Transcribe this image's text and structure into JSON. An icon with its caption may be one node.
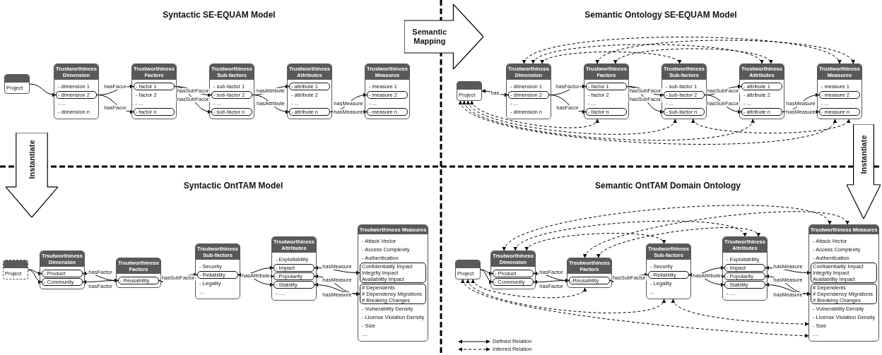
{
  "diagram": {
    "nodes": [
      {
        "text": [
          "Project"
        ]
      },
      {
        "text": [
          "Trustworthiness Dimension"
        ]
      },
      {
        "text": [
          "- dimension 1"
        ],
        "in": 1
      },
      {
        "text": [
          "- dimension 2"
        ],
        "in": 1
      },
      {
        "text": [
          "- ..."
        ],
        "in": 1
      },
      {
        "text": [
          "- dimension n"
        ],
        "in": 1
      },
      {
        "text": [
          "Trustworthiness Factors"
        ]
      },
      {
        "text": [
          "- factor 1"
        ],
        "in": 6
      },
      {
        "text": [
          "- factor 2"
        ],
        "in": 6
      },
      {
        "text": [
          "- ..."
        ],
        "in": 6
      },
      {
        "text": [
          "- factor n"
        ],
        "in": 6
      },
      {
        "text": [
          "Trustworthiness Sub-factors"
        ]
      },
      {
        "text": [
          "- sub-factor 1"
        ],
        "in": 11
      },
      {
        "text": [
          "- sub-factor 2"
        ],
        "in": 11
      },
      {
        "text": [
          "- ..."
        ],
        "in": 11
      },
      {
        "text": [
          "- sub-factor n"
        ],
        "in": 11
      },
      {
        "text": [
          "Trustworthiness Attributes"
        ]
      },
      {
        "text": [
          "- attribute 1"
        ],
        "in": 16
      },
      {
        "text": [
          "- attribute 2"
        ],
        "in": 16
      },
      {
        "text": [
          "- ..."
        ],
        "in": 16
      },
      {
        "text": [
          "- attribute n"
        ],
        "in": 16
      },
      {
        "text": [
          "Trustworthiness Measures"
        ]
      },
      {
        "text": [
          "- measure 1"
        ],
        "in": 21
      },
      {
        "text": [
          "- measure 2"
        ],
        "in": 21
      },
      {
        "text": [
          "- ..."
        ],
        "in": 21
      },
      {
        "text": [
          "- measure n"
        ],
        "in": 21
      },
      {
        "text": [
          "Semantic Mapping"
        ]
      },
      {
        "text": [
          "Instantiate"
        ]
      },
      {
        "text": [
          "Project"
        ]
      },
      {
        "text": [
          "Trustworthiness Dimension"
        ]
      },
      {
        "text": [
          "- dimension 1"
        ],
        "in": 29
      },
      {
        "text": [
          "- dimension 2"
        ],
        "in": 29
      },
      {
        "text": [
          "- ..."
        ],
        "in": 29
      },
      {
        "text": [
          "- dimension n"
        ],
        "in": 29
      },
      {
        "text": [
          "Trustworthiness Factors"
        ]
      },
      {
        "text": [
          "- factor 1"
        ],
        "in": 34
      },
      {
        "text": [
          "- factor 2"
        ],
        "in": 34
      },
      {
        "text": [
          "- ..."
        ],
        "in": 34
      },
      {
        "text": [
          "- factor n"
        ],
        "in": 34
      },
      {
        "text": [
          "Trustworthiness Sub-factors"
        ]
      },
      {
        "text": [
          "- sub-factor 1"
        ],
        "in": 39
      },
      {
        "text": [
          "- sub-factor 2"
        ],
        "in": 39
      },
      {
        "text": [
          "- ..."
        ],
        "in": 39
      },
      {
        "text": [
          "- sub-factor n"
        ],
        "in": 39
      },
      {
        "text": [
          "Trustworthiness Attributes"
        ]
      },
      {
        "text": [
          "- attribute 1"
        ],
        "in": 44
      },
      {
        "text": [
          "- attribute 2"
        ],
        "in": 44
      },
      {
        "text": [
          "- ..."
        ],
        "in": 44
      },
      {
        "text": [
          "- attribute n"
        ],
        "in": 44
      },
      {
        "text": [
          "Trustworthiness Measures"
        ]
      },
      {
        "text": [
          "- measure 1"
        ],
        "in": 49
      },
      {
        "text": [
          "- measure 2"
        ],
        "in": 49
      },
      {
        "text": [
          "- ..."
        ],
        "in": 49
      },
      {
        "text": [
          "- measure n"
        ],
        "in": 49
      },
      {
        "text": [
          "Instantiate"
        ]
      },
      {
        "text": [
          "Project"
        ]
      },
      {
        "text": [
          "Trsutworthiness Dimension"
        ]
      },
      {
        "text": [
          "- Product"
        ],
        "in": 56
      },
      {
        "text": [
          "- Community"
        ],
        "in": 56
      },
      {
        "text": [
          "Trsutworthiness Factors"
        ]
      },
      {
        "text": [
          "- Reusability"
        ],
        "in": 59
      },
      {
        "text": [
          "Trsutworthiness Sub-factors"
        ]
      },
      {
        "text": [
          "- Security"
        ],
        "in": 61
      },
      {
        "text": [
          "- Reliability"
        ],
        "in": 61
      },
      {
        "text": [
          "- Legality"
        ],
        "in": 61
      },
      {
        "text": [
          "..."
        ],
        "in": 61
      },
      {
        "text": [
          "Trsutworthiness Attributes"
        ]
      },
      {
        "text": [
          "- Exploitability"
        ],
        "in": 66
      },
      {
        "text": [
          "- Impact"
        ],
        "in": 66
      },
      {
        "text": [
          "- Popularity"
        ],
        "in": 66
      },
      {
        "text": [
          "- Stability"
        ],
        "in": 66
      },
      {
        "text": [
          "- ...."
        ],
        "in": 66
      },
      {
        "text": [
          "Trsutworthiness Measures"
        ]
      },
      {
        "text": [
          "- Attack Vector"
        ],
        "in": 72
      },
      {
        "text": [
          "- Access Complexity"
        ],
        "in": 72
      },
      {
        "text": [
          "- Authentication"
        ],
        "in": 72
      },
      {
        "text": [
          "Confidentiality Impact",
          "Integrity Impact",
          "Availability Impact"
        ],
        "in": 72
      },
      {
        "text": [
          "# Dependents",
          "# Dependency Migrations",
          "# Breaking Changes"
        ],
        "in": 72
      },
      {
        "text": [
          "- Vulnerability Density"
        ],
        "in": 72
      },
      {
        "text": [
          "- License Violation Density"
        ],
        "in": 72
      },
      {
        "text": [
          "- Size"
        ],
        "in": 72
      },
      {
        "text": [
          "...."
        ],
        "in": 72
      },
      {
        "text": [
          "Project"
        ]
      },
      {
        "text": [
          "Trsutworthiness Dimension"
        ]
      },
      {
        "text": [
          "- Product"
        ],
        "in": 83
      },
      {
        "text": [
          "- Community"
        ],
        "in": 83
      },
      {
        "text": [
          "Trsutworthiness Factors"
        ]
      },
      {
        "text": [
          "-Reusability"
        ],
        "in": 86
      },
      {
        "text": [
          "Trsutworthiness Sub-factors"
        ]
      },
      {
        "text": [
          "- Security"
        ],
        "in": 88
      },
      {
        "text": [
          "- Reliability"
        ],
        "in": 88
      },
      {
        "text": [
          "- Legality"
        ],
        "in": 88
      },
      {
        "text": [
          "..."
        ],
        "in": 88
      },
      {
        "text": [
          "Trsutworthiness Attributes"
        ]
      },
      {
        "text": [
          "- Exploitability"
        ],
        "in": 93
      },
      {
        "text": [
          "- Impact"
        ],
        "in": 93
      },
      {
        "text": [
          "- Popularity"
        ],
        "in": 93
      },
      {
        "text": [
          "- Stability"
        ],
        "in": 93
      },
      {
        "text": [
          "- ...."
        ],
        "in": 93
      },
      {
        "text": [
          "Trsutworthiness Measures"
        ]
      },
      {
        "text": [
          "- Attack Vector"
        ],
        "in": 99
      },
      {
        "text": [
          "- Access Complexity"
        ],
        "in": 99
      },
      {
        "text": [
          "- Authentication"
        ],
        "in": 99
      },
      {
        "text": [
          "Confidentiality Impact",
          "Integrity Impact",
          "Availability Impact"
        ],
        "in": 99
      },
      {
        "text": [
          "# Dependents",
          "# Dependency Migrations",
          "# Breaking Changes"
        ],
        "in": 99
      },
      {
        "text": [
          "- Vulnerability Density"
        ],
        "in": 99
      },
      {
        "text": [
          "- License Violation Density"
        ],
        "in": 99
      },
      {
        "text": [
          "- Size"
        ],
        "in": 99
      },
      {
        "text": [
          "...."
        ],
        "in": 99
      }
    ],
    "edges": [
      {
        "from": 0,
        "to": 3,
        "arrow": "to"
      },
      {
        "from": 3,
        "to": 7,
        "label": "hasFacor",
        "arrow": "to"
      },
      {
        "from": 3,
        "to": 10,
        "label": "hasFacor",
        "arrow": "to"
      },
      {
        "from": 7,
        "to": 13,
        "label": "hasSubFacor",
        "arrow": "to"
      },
      {
        "from": 7,
        "to": 15,
        "label": "hasSubFacor",
        "arrow": "to"
      },
      {
        "from": 13,
        "to": 17,
        "label": "hasAttribute",
        "arrow": "to"
      },
      {
        "from": 13,
        "to": 20,
        "label": "hasAttribute",
        "arrow": "to"
      },
      {
        "from": 20,
        "to": 23,
        "label": "hasMeasure",
        "arrow": "to"
      },
      {
        "from": 20,
        "to": 25,
        "label": "hasMeasure",
        "arrow": "to"
      },
      {
        "from": 28,
        "to": 31,
        "label": "has",
        "arrow": "both"
      },
      {
        "from": 31,
        "to": 35,
        "label": "hasFactor",
        "arrow": "to"
      },
      {
        "from": 31,
        "to": 38,
        "label": "hasFacor",
        "arrow": "to"
      },
      {
        "from": 35,
        "to": 41,
        "label": "hasSubFacor",
        "arrow": "to"
      },
      {
        "from": 35,
        "to": 43,
        "label": "hasSubFacor",
        "arrow": "to"
      },
      {
        "from": 41,
        "to": 45,
        "label": "hasSubFacor",
        "arrow": "to"
      },
      {
        "from": 41,
        "to": 48,
        "label": "hasSubFacor",
        "arrow": "to"
      },
      {
        "from": 48,
        "to": 51,
        "label": "hasMeasure",
        "arrow": "to"
      },
      {
        "from": 48,
        "to": 53,
        "label": "hasMeasure",
        "arrow": "to"
      },
      {
        "from": 29,
        "to": 39,
        "arrow": "both",
        "style": "dashed"
      },
      {
        "from": 29,
        "to": 44,
        "arrow": "both",
        "style": "dashed"
      },
      {
        "from": 29,
        "to": 49,
        "arrow": "both",
        "style": "dashed"
      },
      {
        "from": 34,
        "to": 44,
        "arrow": "both",
        "style": "dashed"
      },
      {
        "from": 34,
        "to": 49,
        "arrow": "both",
        "style": "dashed"
      },
      {
        "from": 28,
        "to": 34,
        "arrow": "both",
        "style": "dashed"
      },
      {
        "from": 28,
        "to": 39,
        "arrow": "both",
        "style": "dashed"
      },
      {
        "from": 28,
        "to": 44,
        "arrow": "both",
        "style": "dashed"
      },
      {
        "from": 28,
        "to": 49,
        "arrow": "both",
        "style": "dashed"
      },
      {
        "from": 39,
        "to": 49,
        "arrow": "both",
        "style": "dashed"
      },
      {
        "from": 55,
        "to": 57,
        "arrow": "to"
      },
      {
        "from": 55,
        "to": 58,
        "arrow": "to"
      },
      {
        "from": 57,
        "to": 60,
        "label": "hasFactor",
        "arrow": "both"
      },
      {
        "from": 58,
        "to": 60,
        "label": "hasFactor",
        "arrow": "both"
      },
      {
        "from": 60,
        "to": 63,
        "label": "hasSubFactor",
        "arrow": "both"
      },
      {
        "from": 63,
        "to": 68,
        "arrow": "both"
      },
      {
        "from": 63,
        "to": 69,
        "label": "hasAttribute",
        "arrow": "both"
      },
      {
        "from": 63,
        "to": 70,
        "arrow": "both"
      },
      {
        "from": 68,
        "to": 76,
        "label": "hasMeasure",
        "arrow": "both"
      },
      {
        "from": 69,
        "to": 77,
        "label": "hasMeasure",
        "arrow": "both"
      },
      {
        "from": 70,
        "to": 77,
        "label": "hasMeasure",
        "arrow": "both"
      },
      {
        "from": 82,
        "to": 84,
        "arrow": "to"
      },
      {
        "from": 82,
        "to": 85,
        "arrow": "to"
      },
      {
        "from": 84,
        "to": 87,
        "label": "hasFactor",
        "arrow": "both"
      },
      {
        "from": 85,
        "to": 87,
        "label": "hasFactor",
        "arrow": "both"
      },
      {
        "from": 87,
        "to": 90,
        "label": "hasSubFactor",
        "arrow": "both"
      },
      {
        "from": 90,
        "to": 95,
        "arrow": "both"
      },
      {
        "from": 90,
        "to": 96,
        "label": "hasAttribute",
        "arrow": "both"
      },
      {
        "from": 90,
        "to": 97,
        "arrow": "both"
      },
      {
        "from": 95,
        "to": 103,
        "label": "hasMeasure",
        "arrow": "both"
      },
      {
        "from": 96,
        "to": 104,
        "label": "hasMeasure",
        "arrow": "both"
      },
      {
        "from": 97,
        "to": 104,
        "label": "hasMeasure",
        "arrow": "both"
      },
      {
        "from": 83,
        "to": 88,
        "arrow": "both",
        "style": "dashed"
      },
      {
        "from": 83,
        "to": 93,
        "arrow": "both",
        "style": "dashed"
      },
      {
        "from": 83,
        "to": 99,
        "arrow": "both",
        "style": "dashed"
      },
      {
        "from": 86,
        "to": 93,
        "arrow": "both",
        "style": "dashed"
      },
      {
        "from": 86,
        "to": 99,
        "arrow": "both",
        "style": "dashed"
      },
      {
        "from": 82,
        "to": 86,
        "arrow": "both",
        "style": "dashed"
      },
      {
        "from": 82,
        "to": 88,
        "arrow": "both",
        "style": "dashed"
      },
      {
        "from": 82,
        "to": 99,
        "arrow": "both",
        "style": "dashed"
      },
      {
        "from": 88,
        "to": 99,
        "arrow": "both",
        "style": "dashed"
      }
    ],
    "labels": [
      "Syntactic SE-EQUAM Model",
      "Semantic Ontology SE-EQUAM Model",
      "Syntactic OntTAM Model",
      "Semantic OntTAM Domain Ontology"
    ],
    "legend": [
      {
        "text": "Defined Relation"
      },
      {
        "text": "Inferred Relation"
      }
    ]
  }
}
